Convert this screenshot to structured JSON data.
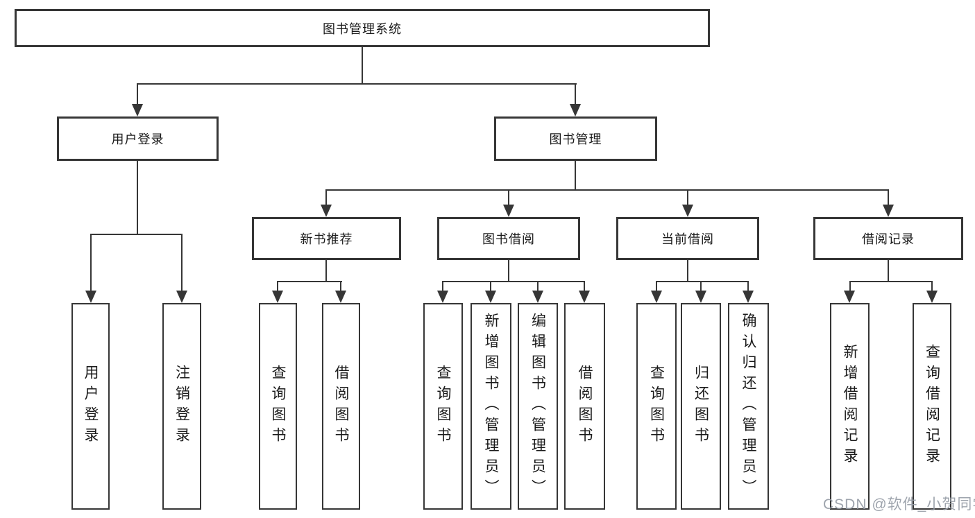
{
  "nodes": {
    "root": "图书管理系统",
    "user_login": "用户登录",
    "book_management": "图书管理",
    "new_book_recommend": "新书推荐",
    "book_borrowing": "图书借阅",
    "current_borrowing": "当前借阅",
    "borrowing_records": "借阅记录",
    "ul_user_login": "用户登录",
    "ul_logout": "注销登录",
    "nb_query_books": "查询图书",
    "nb_borrow_books": "借阅图书",
    "bb_query_books": "查询图书",
    "bb_add_books": "新增图书（管理员）",
    "bb_edit_books": "编辑图书（管理员）",
    "bb_borrow_books": "借阅图书",
    "cb_query_books": "查询图书",
    "cb_return_books": "归还图书",
    "cb_confirm_return": "确认归还（管理员）",
    "br_add_record": "新增借阅记录",
    "br_query_record": "查询借阅记录"
  },
  "watermark": "CSDN @软件_小贺同学",
  "colors": {
    "line": "#363636",
    "box_border": "#363636",
    "box_fill": "#ffffff",
    "text": "#1a1a1a",
    "watermark": "#949aa4",
    "background": "#ffffff"
  }
}
